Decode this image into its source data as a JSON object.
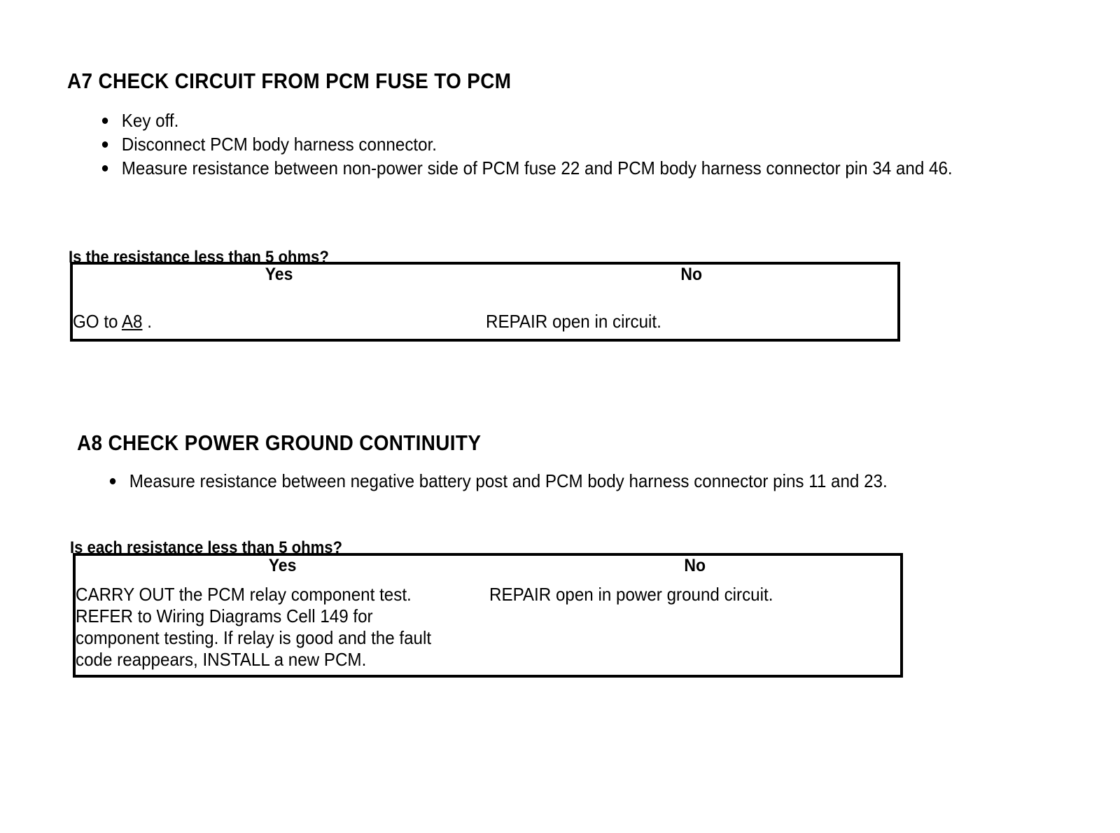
{
  "document": {
    "type": "diagnostic-pinpoint-test",
    "sections": [
      {
        "id": "A7",
        "heading": "A7 CHECK CIRCUIT FROM PCM FUSE TO PCM",
        "steps": [
          "Key off.",
          "Disconnect PCM body harness connector.",
          "Measure resistance between non-power side of PCM fuse 22 and PCM body harness connector pin 34 and 46."
        ],
        "question": "Is the resistance less than 5 ohms?",
        "table": {
          "headers": [
            "Yes",
            "No"
          ],
          "yes_action_prefix": "GO to ",
          "yes_action_link": "A8",
          "yes_action_suffix": " .",
          "no_action": "REPAIR open in circuit."
        }
      },
      {
        "id": "A8",
        "heading": "A8 CHECK POWER GROUND CONTINUITY",
        "steps": [
          "Measure resistance between negative battery post and PCM body harness connector pins 11 and 23."
        ],
        "question": "Is each resistance less than 5 ohms?",
        "table": {
          "headers": [
            "Yes",
            "No"
          ],
          "yes_action": "CARRY OUT the PCM relay component test. REFER to Wiring Diagrams Cell 149 for component testing. If relay is good and the fault code reappears, INSTALL a new PCM.",
          "yes_action_lines": [
            "CARRY OUT the PCM relay component test.",
            "REFER to Wiring Diagrams Cell 149 for",
            "component testing. If relay is good and the fault",
            "code reappears, INSTALL a new PCM."
          ],
          "no_action": "REPAIR open in power ground circuit."
        }
      }
    ]
  },
  "colors": {
    "text": "#000000",
    "background": "#ffffff",
    "table_border": "#000000"
  }
}
